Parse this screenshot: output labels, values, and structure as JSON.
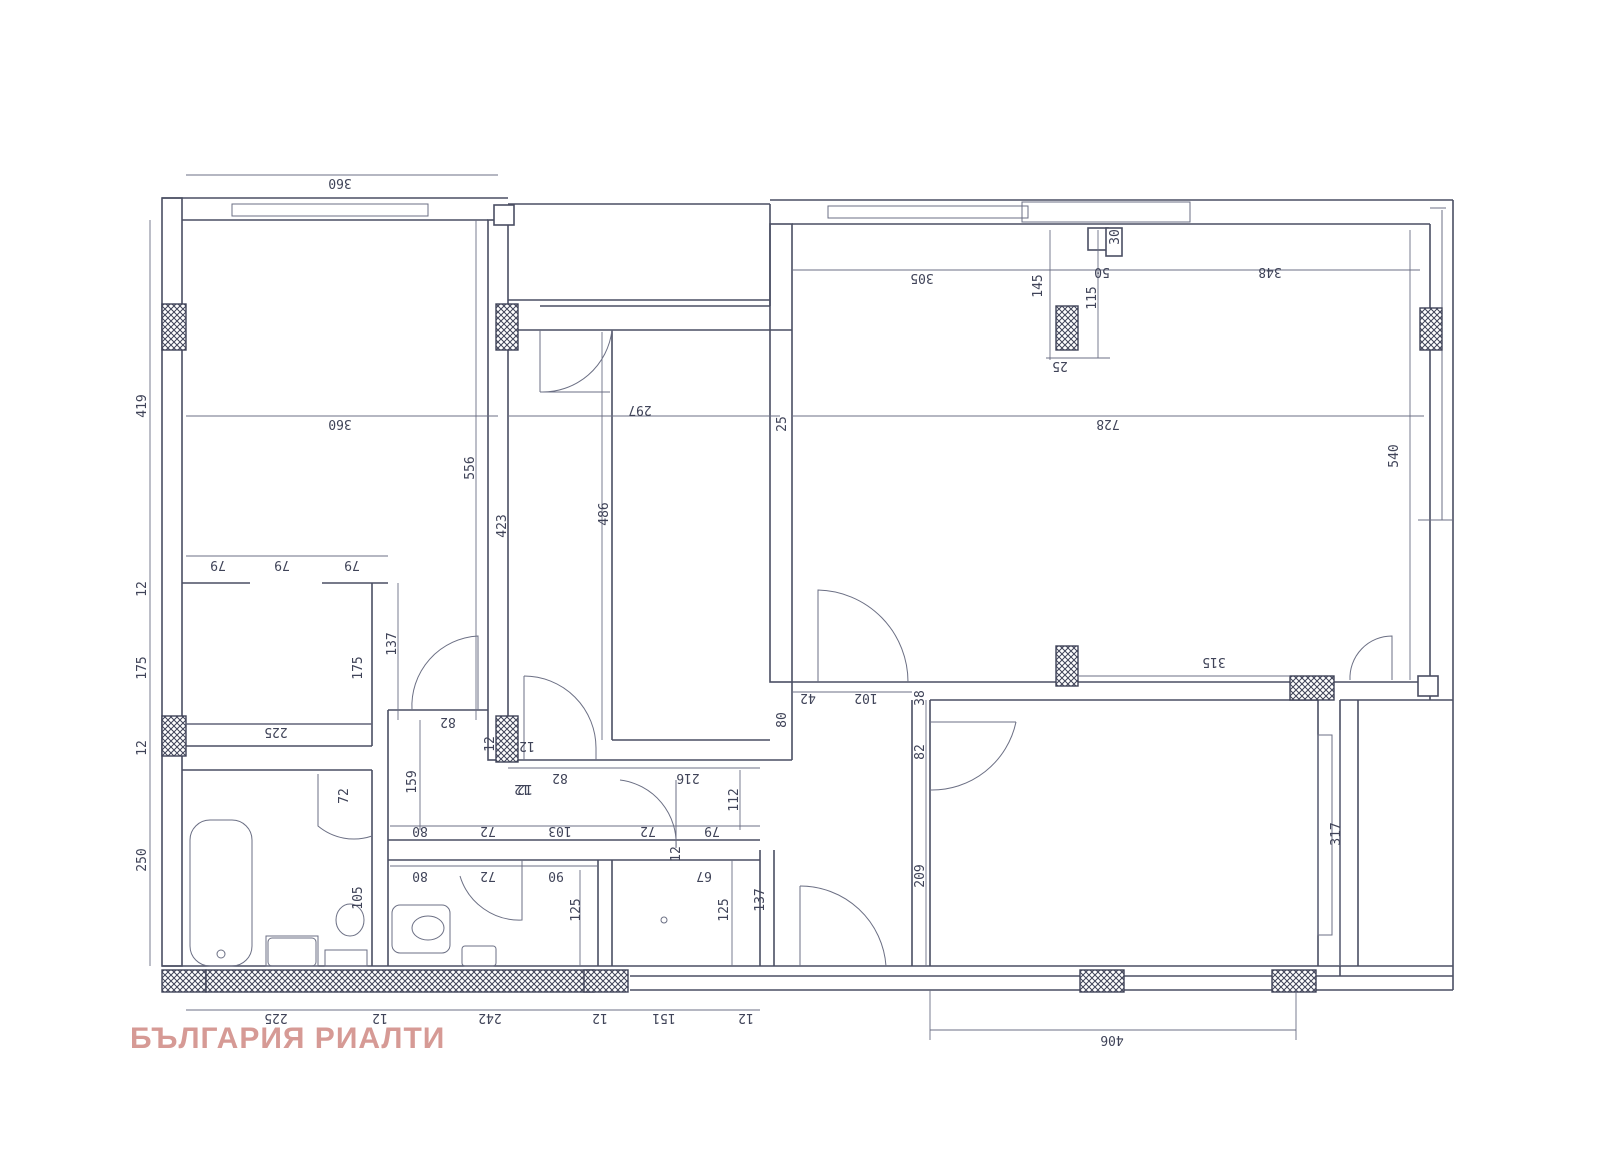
{
  "watermark": "БЪЛГАРИЯ РИАЛТИ",
  "colors": {
    "line": "#4a4e63",
    "watermark": "#d69a95",
    "background": "#ffffff"
  },
  "dimensions": [
    "360",
    "419",
    "360",
    "556",
    "423",
    "297",
    "486",
    "25",
    "305",
    "145",
    "115",
    "50",
    "30",
    "25",
    "348",
    "728",
    "540",
    "79",
    "79",
    "79",
    "12",
    "175",
    "137",
    "175",
    "12",
    "225",
    "82",
    "12",
    "82",
    "216",
    "42",
    "102",
    "38",
    "82",
    "80",
    "159",
    "12",
    "112",
    "80",
    "72",
    "103",
    "72",
    "79",
    "250",
    "72",
    "80",
    "72",
    "90",
    "125",
    "12",
    "67",
    "125",
    "137",
    "209",
    "105",
    "315",
    "317",
    "225",
    "12",
    "242",
    "12",
    "151",
    "12",
    "406",
    "12",
    "12"
  ]
}
